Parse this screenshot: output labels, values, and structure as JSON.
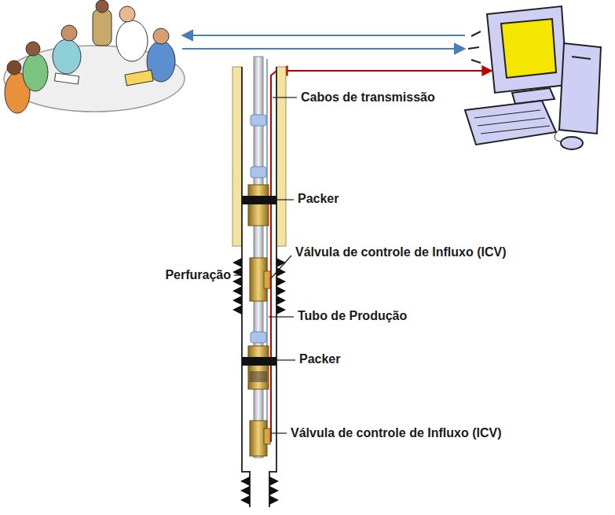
{
  "diagram": {
    "labels": [
      "Cabos de transmissão",
      "Packer",
      "Válvula de controle de Influxo (ICV)",
      "Perfuração",
      "Tubo de Produção",
      "Packer",
      "Válvula de controle de Influxo (ICV)"
    ]
  }
}
